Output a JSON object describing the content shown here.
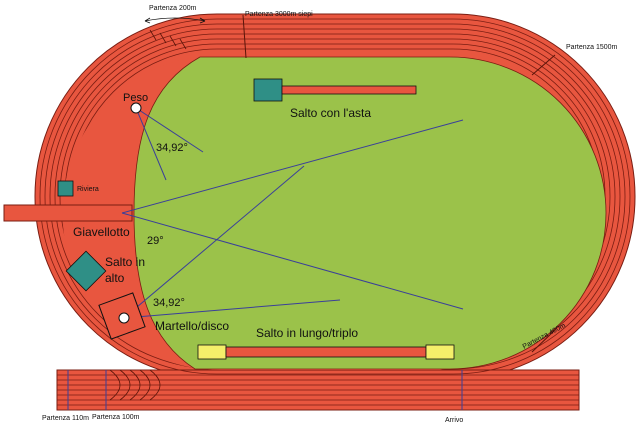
{
  "labels": {
    "partenza_200m": "Partenza 200m",
    "partenza_3000m_siepi": "Partenza 3000m siepi",
    "partenza_1500m": "Partenza 1500m",
    "partenza_400m": "Partenza 400m",
    "partenza_110m": "Partenza 110m",
    "partenza_100m": "Partenza 100m",
    "arrivo": "Arrivo",
    "peso": "Peso",
    "angle_peso": "34,92°",
    "salto_con_asta": "Salto con l'asta",
    "riviera": "Riviera",
    "giavellotto": "Giavellotto",
    "angle_giavellotto": "29°",
    "salto_in_alto_line1": "Salto in",
    "salto_in_alto_line2": "alto",
    "angle_martello": "34,92°",
    "martello_disco": "Martello/disco",
    "salto_lungo_triplo": "Salto in lungo/triplo"
  },
  "colors": {
    "track": "#e8563f",
    "track_line": "#7a1d12",
    "infield": "#9bc24a",
    "teal": "#2f8f86",
    "yellow": "#f5ef6a",
    "sector_line": "#3a3f9a",
    "white": "#ffffff"
  }
}
